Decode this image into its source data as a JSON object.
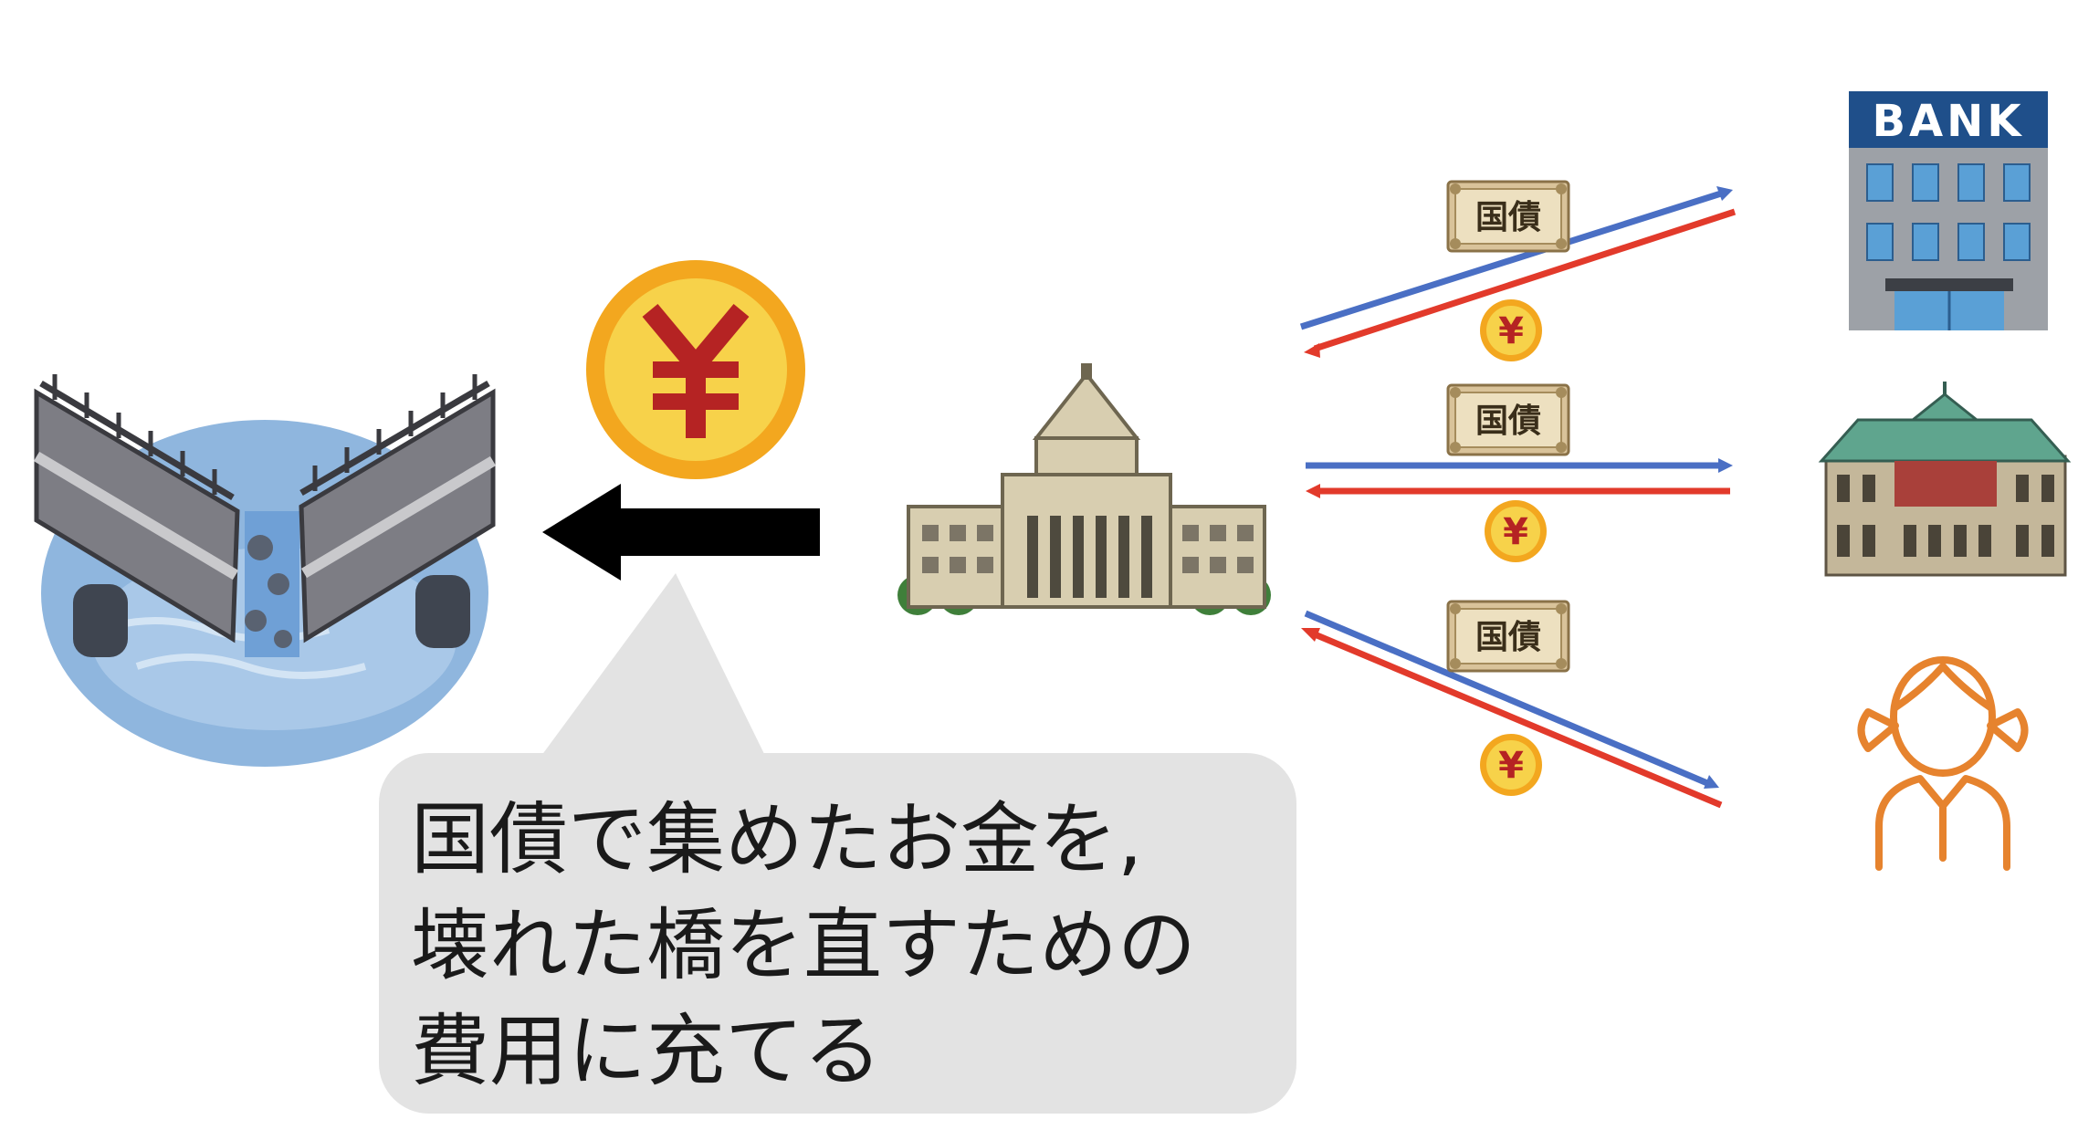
{
  "bubble": {
    "lines": [
      "国債で集めたお金を,",
      "壊れた橋を直すための",
      "費用に充てる"
    ]
  },
  "bond_label": "国債",
  "coin_symbol": "¥",
  "bank_sign": "BANK",
  "colors": {
    "bond_flow_arrow": "#4a6fc4",
    "money_flow_arrow": "#e23a2b",
    "black_arrow": "#000000",
    "coin_outer": "#f3a71f",
    "coin_inner": "#f7d24a",
    "yen_red": "#b52323",
    "bubble_fill": "#e3e3e3",
    "person_orange": "#e6832e",
    "water_blue": "#8fb6de",
    "bridge_gray": "#7d7d84"
  },
  "icons": [
    "broken-bridge-icon",
    "yen-coin-icon",
    "left-arrow-icon",
    "diet-building-icon",
    "bank-building-icon",
    "central-bank-building-icon",
    "person-icon",
    "bond-certificate-icon"
  ]
}
